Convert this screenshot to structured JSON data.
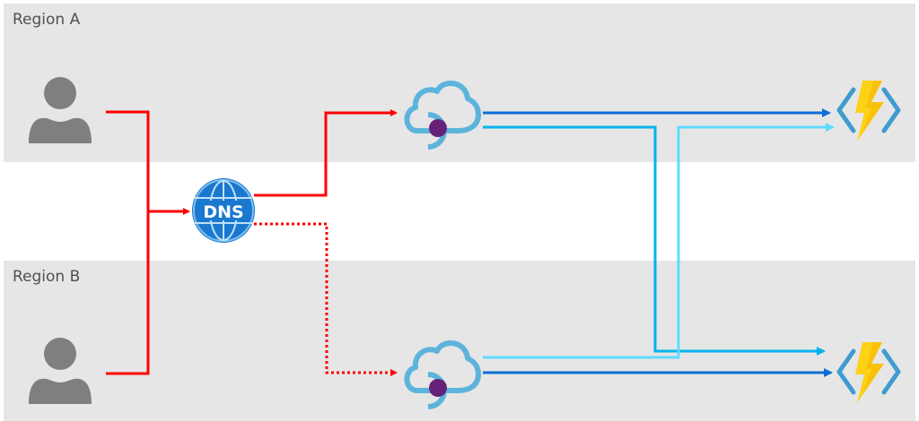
{
  "regions": [
    {
      "id": "region-a",
      "label": "Region A"
    },
    {
      "id": "region-b",
      "label": "Region B"
    }
  ],
  "nodes": {
    "user_a": {
      "type": "user-icon",
      "region": "Region A"
    },
    "user_b": {
      "type": "user-icon",
      "region": "Region B"
    },
    "dns": {
      "type": "dns-icon",
      "label": "DNS"
    },
    "endpoint_a": {
      "type": "cloud-endpoint-icon",
      "region": "Region A"
    },
    "endpoint_b": {
      "type": "cloud-endpoint-icon",
      "region": "Region B"
    },
    "function_a": {
      "type": "function-app-icon",
      "region": "Region A"
    },
    "function_b": {
      "type": "function-app-icon",
      "region": "Region B"
    }
  },
  "connections": [
    {
      "from": "user_a",
      "to": "dns",
      "style": "solid",
      "color": "#ff0000"
    },
    {
      "from": "user_b",
      "to": "dns",
      "style": "solid",
      "color": "#ff0000"
    },
    {
      "from": "dns",
      "to": "endpoint_a",
      "style": "solid",
      "color": "#ff0000"
    },
    {
      "from": "dns",
      "to": "endpoint_b",
      "style": "dotted",
      "color": "#ff0000"
    },
    {
      "from": "endpoint_a",
      "to": "function_a",
      "style": "solid",
      "color": "#0a6fd6"
    },
    {
      "from": "endpoint_a",
      "to": "function_b",
      "style": "solid",
      "color": "#00b4f0"
    },
    {
      "from": "endpoint_b",
      "to": "function_a",
      "style": "solid",
      "color": "#5fdcff"
    },
    {
      "from": "endpoint_b",
      "to": "function_b",
      "style": "solid",
      "color": "#0a6fd6"
    }
  ],
  "colors": {
    "region_bg": "#e6e6e6",
    "user": "#7f7f7f",
    "dns_fill": "#1f7fd0",
    "cloud_stroke": "#5cb4dc",
    "endpoint_dot": "#68217a",
    "bolt": "#fcd116",
    "bracket": "#3f9bd0"
  }
}
